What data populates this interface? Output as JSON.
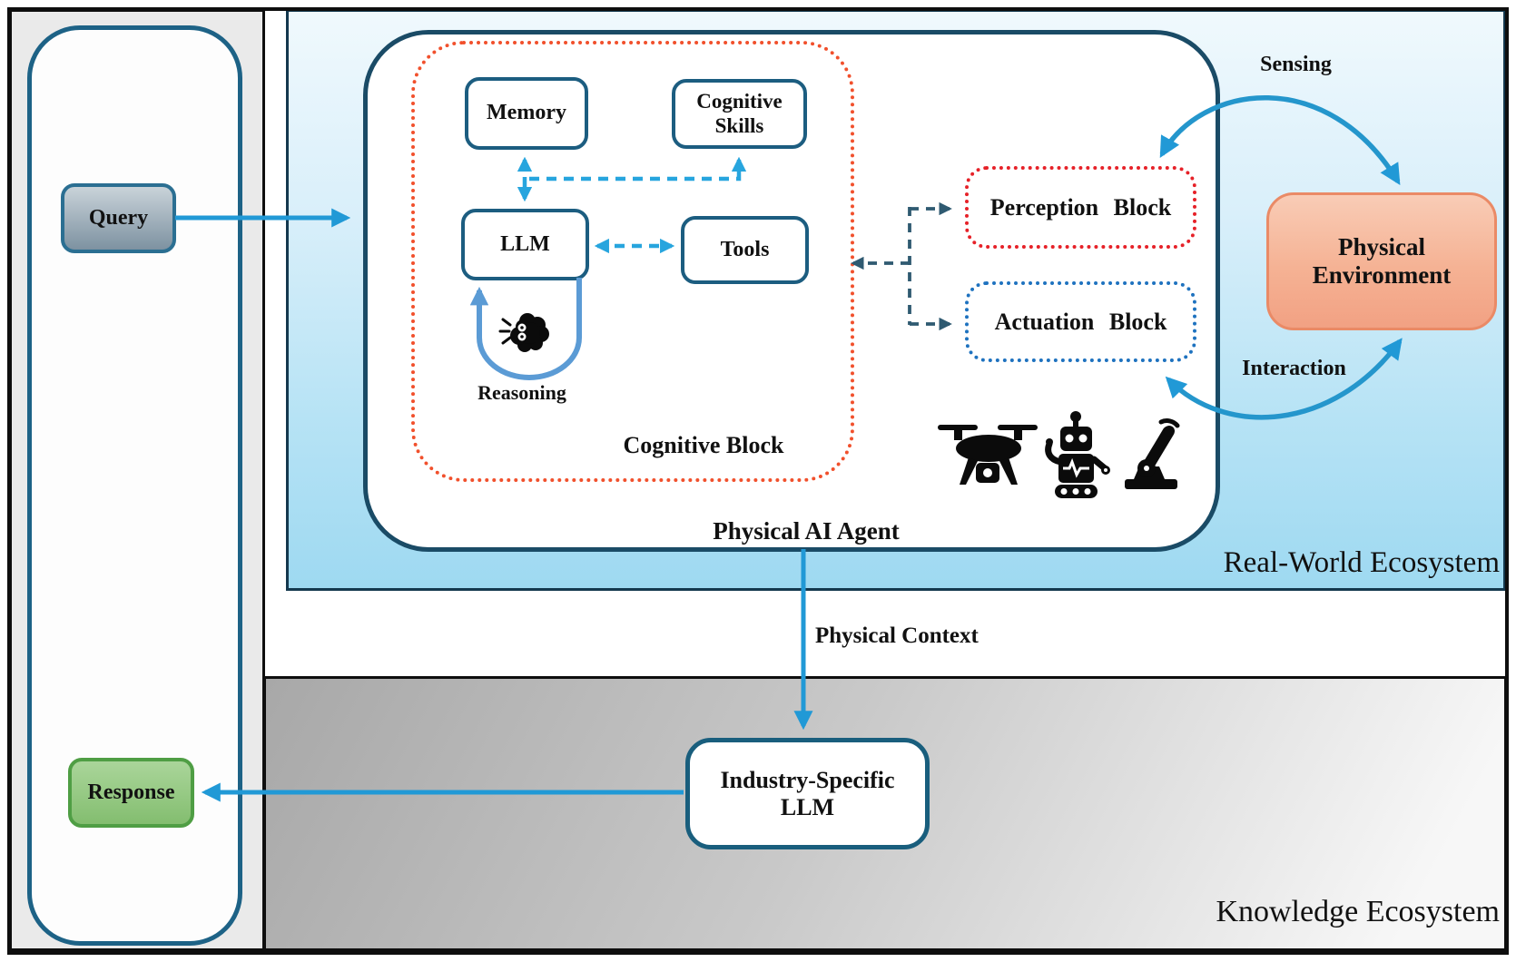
{
  "figure": {
    "left_rail": {
      "query": "Query",
      "response": "Response"
    },
    "real_world_panel": {
      "title": "Real-World Ecosystem",
      "sensing": "Sensing",
      "interaction": "Interaction",
      "physical_environment": "Physical Environment",
      "agent": {
        "title": "Physical AI Agent",
        "perception_block": "Perception Block",
        "actuation_block": "Actuation Block",
        "cognitive_block": {
          "title": "Cognitive Block",
          "memory": "Memory",
          "cognitive_skills": "Cognitive Skills",
          "llm": "LLM",
          "tools": "Tools",
          "reasoning": "Reasoning"
        }
      }
    },
    "knowledge_panel": {
      "title": "Knowledge Ecosystem",
      "industry_llm": "Industry-Specific LLM"
    },
    "physical_context": "Physical Context"
  },
  "icons": {
    "drone": "drone-icon",
    "robot": "robot-icon",
    "robot_arm": "robot-arm-icon",
    "reasoning_brain": "reasoning-brain-icon"
  },
  "colors": {
    "arrow_blue": "#2199d6",
    "dashed_blue": "#27a5de",
    "loop_blue": "#5b9bd5",
    "dashed_slate": "#2f5a71",
    "cognitive_dotted": "#f1502c",
    "perception_dotted": "#e62128",
    "actuation_dotted": "#1e72bf",
    "box_border_teal": "#1c5d80",
    "env_border": "#ea8a66",
    "env_fill": "#f5b294",
    "query_fill": "#7d92a1",
    "response_fill": "#83bd6f",
    "response_border": "#4f9e44",
    "panel_blue_bottom": "#9ed9f1",
    "knowledge_gray": "#c9c9c9"
  }
}
